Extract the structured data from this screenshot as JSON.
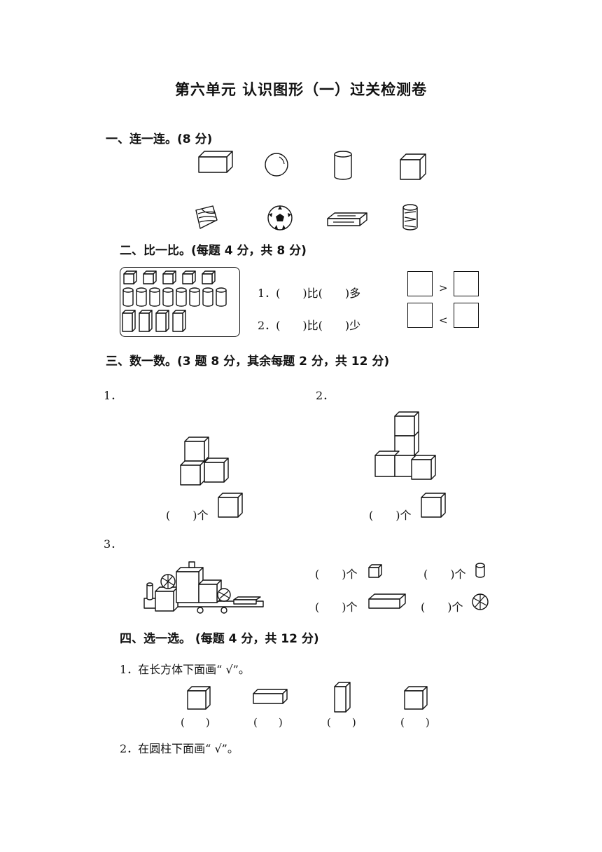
{
  "title": "第六单元  认识图形（一）过关检测卷",
  "sec1": {
    "heading": "一、连一连。(8 分)"
  },
  "sec2": {
    "heading": "二、比一比。(每题 4 分，共 8 分)",
    "q1": "1．(　　)比(　　)多",
    "q2": "2．(　　)比(　　)少",
    "gt": ">",
    "lt": "<"
  },
  "sec3": {
    "heading": "三、数一数。(3 题 8 分，其余每题 2 分，共 12 分)",
    "n1": "1．",
    "n2": "2．",
    "n3": "3．",
    "ans1": "(　　)个",
    "ans2": "(　　)个",
    "a_cube": "(　　)个",
    "a_cyl": "(　　)个",
    "a_cuboid": "(　　)个",
    "a_ball": "(　　)个"
  },
  "sec4": {
    "heading": "四、选一选。 (每题 4 分，共 12 分)",
    "q1": "1．在长方体下面画“ √”。",
    "choices": [
      "(　　)",
      "(　　)",
      "(　　)",
      "(　　)"
    ],
    "q2": "2．在圆柱下面画“ √”。"
  }
}
